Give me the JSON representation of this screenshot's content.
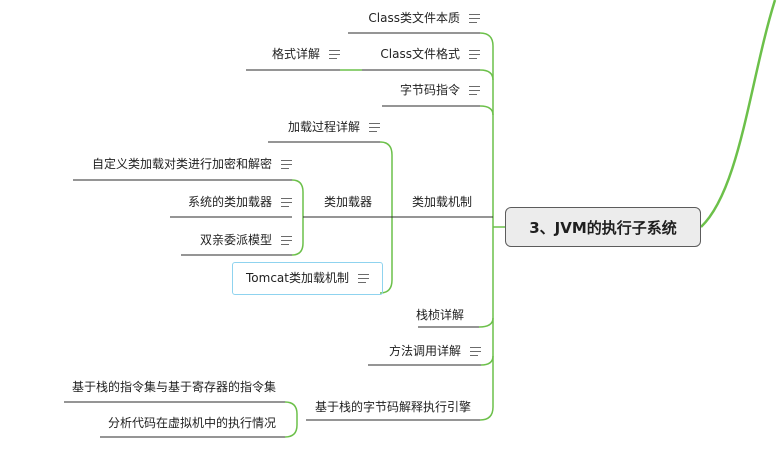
{
  "central": {
    "label": "3、JVM的执行子系统"
  },
  "nodes": {
    "class_essence": "Class类文件本质",
    "class_format": "Class文件格式",
    "format_detail": "格式详解",
    "bytecode_instr": "字节码指令",
    "loading_mech": "类加载机制",
    "loading_detail": "加载过程详解",
    "class_loader": "类加载器",
    "custom_loader": "自定义类加载对类进行加密和解密",
    "system_loader": "系统的类加载器",
    "parent_delegation": "双亲委派模型",
    "tomcat_loader": "Tomcat类加载机制",
    "stack_frame": "栈桢详解",
    "method_call": "方法调用详解",
    "stack_engine": "基于栈的字节码解释执行引擎",
    "stack_vs_register": "基于栈的指令集与基于寄存器的指令集",
    "analyze_code": "分析代码在虚拟机中的执行情况"
  },
  "colors": {
    "branch_line": "#6cc04a",
    "node_underline": "#2b2b2b",
    "selected_border": "#8fd3ef",
    "central_fill": "#ececec"
  }
}
